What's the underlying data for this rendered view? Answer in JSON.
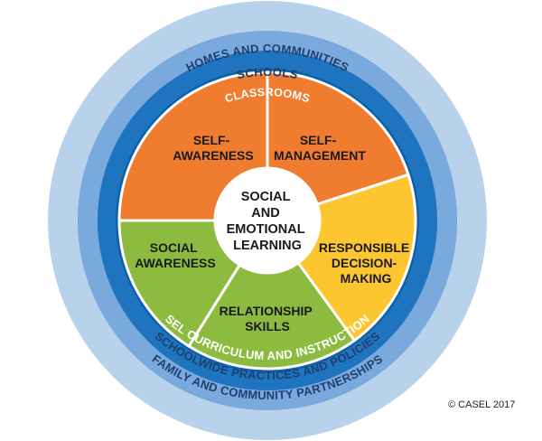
{
  "colors": {
    "homes_ring": "#b9d2ec",
    "schools_ring": "#7aa9dd",
    "classrooms_ring": "#1f74bf",
    "core_ring": "#0d62a7",
    "self_awareness": "#f07c30",
    "self_management": "#f07c30",
    "responsible_decision_making": "#fcc630",
    "relationship_skills": "#8dbb3f",
    "social_awareness": "#8dbb3f",
    "center": "#ffffff",
    "ring_text_light": "#1f3f6e",
    "ring_text_dark": "#ffffff"
  },
  "rings": {
    "homes_top": "HOMES AND COMMUNITIES",
    "schools_top": "SCHOOLS",
    "classrooms_top": "CLASSROOMS",
    "sel_bottom": "SEL CURRICULUM AND INSTRUCTION",
    "schoolwide_bottom": "SCHOOLWIDE PRACTICES AND POLICIES",
    "family_bottom": "FAMILY AND COMMUNITY PARTNERSHIPS"
  },
  "segments": {
    "self_awareness": [
      "SELF-",
      "AWARENESS"
    ],
    "self_management": [
      "SELF-",
      "MANAGEMENT"
    ],
    "responsible_decision_making": [
      "RESPONSIBLE",
      "DECISION-",
      "MAKING"
    ],
    "relationship_skills": [
      "RELATIONSHIP",
      "SKILLS"
    ],
    "social_awareness": [
      "SOCIAL",
      "AWARENESS"
    ]
  },
  "center": [
    "SOCIAL",
    "AND",
    "EMOTIONAL",
    "LEARNING"
  ],
  "copyright": "© CASEL 2017"
}
